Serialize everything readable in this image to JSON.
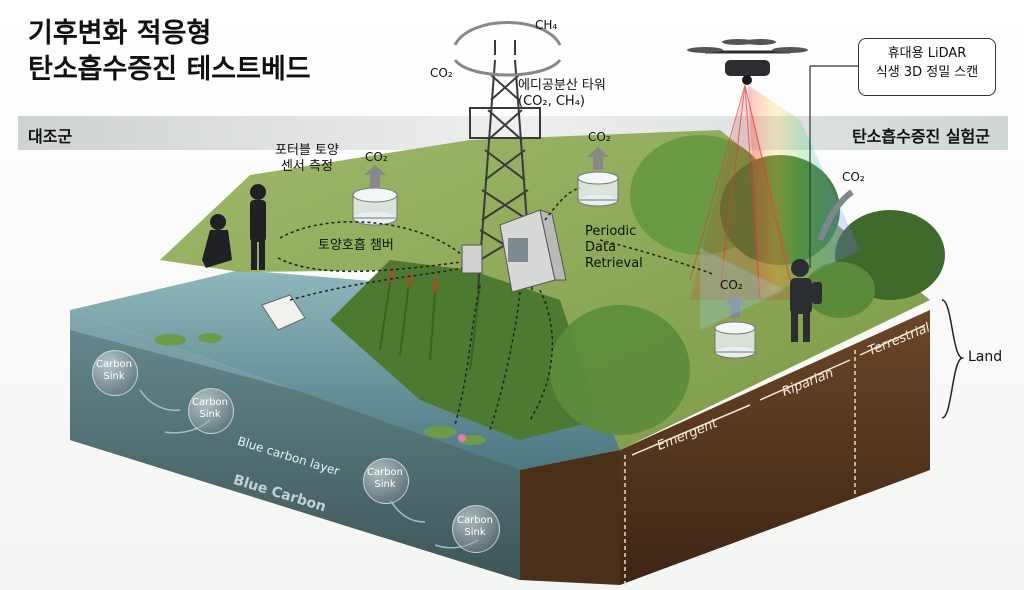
{
  "title": "기후변화 적응형\n탄소흡수증진 테스트베드",
  "band_left": "대조군",
  "band_right": "탄소흡수증진 실험군",
  "labels": {
    "soil_sensor": "포터블 토양\n센서 측정",
    "soil_chamber": "토양호흡 챔버",
    "eddy_tower": "에디공분산 타워\n(CO₂, CH₄)",
    "periodic": "Periodic\nData\nRetrieval",
    "lidar": "휴대용 LiDAR\n식생 3D 정밀 스캔",
    "ch4": "CH₄",
    "co2": "CO₂",
    "land": "Land",
    "carbon_sink": "Carbon\nSink",
    "blue_carbon_layer": "Blue carbon layer",
    "blue_carbon": "Blue Carbon",
    "zones": [
      "Emergent",
      "Riparian",
      "Terrestrial"
    ]
  },
  "colors": {
    "water": "#5f8e98",
    "soil": "#5b3a22",
    "grass": "#8faa5a",
    "band": "#d9dcd8",
    "forest": "#4f7d37"
  }
}
